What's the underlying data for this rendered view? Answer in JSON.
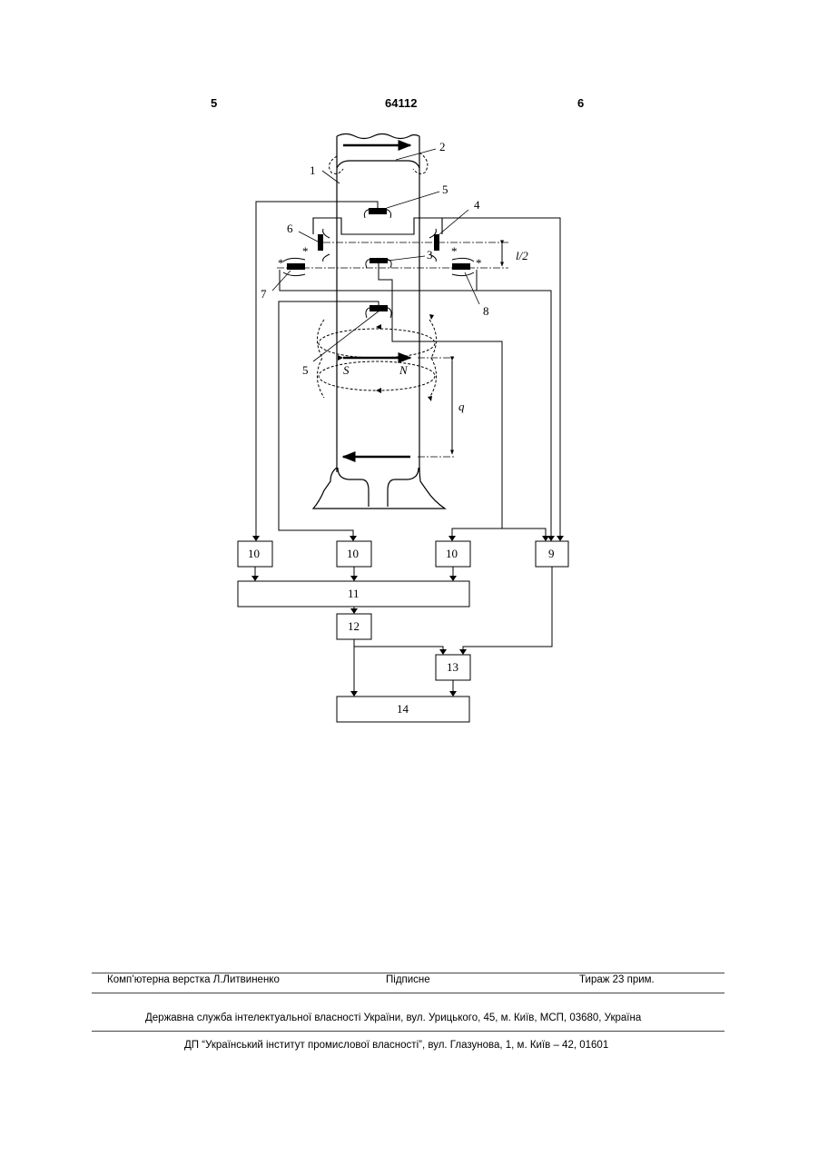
{
  "header": {
    "page_left": "5",
    "patent_number": "64112",
    "page_right": "6"
  },
  "figure": {
    "labels": {
      "n1": "1",
      "n2": "2",
      "n3": "3",
      "n4": "4",
      "n5a": "5",
      "n5b": "5",
      "n6": "6",
      "n7": "7",
      "n8": "8",
      "half_length": "l/2",
      "q": "q",
      "pole_s": "S",
      "pole_n": "N",
      "star": "*"
    },
    "blocks": {
      "b10a": "10",
      "b10b": "10",
      "b10c": "10",
      "b9": "9",
      "b11": "11",
      "b12": "12",
      "b13": "13",
      "b14": "14"
    }
  },
  "footer": {
    "layout": "Комп’ютерна верстка Л.Литвиненко",
    "signed": "Підписне",
    "circulation": "Тираж 23 прим.",
    "office": "Державна служба інтелектуальної власності України, вул. Урицького, 45, м. Київ, МСП, 03680, Україна",
    "institute": "ДП “Український інститут промислової власності”, вул. Глазунова, 1, м. Київ – 42, 01601"
  }
}
